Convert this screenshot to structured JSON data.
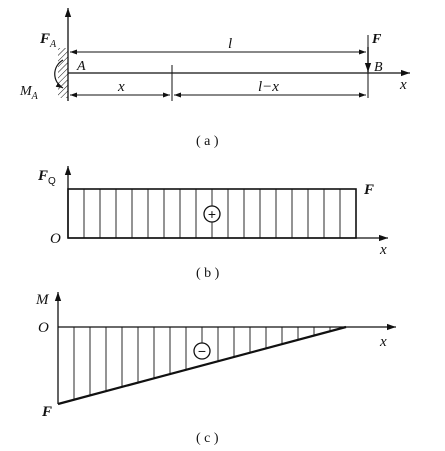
{
  "figure_a": {
    "force_A_label": "F",
    "force_A_sub": "A",
    "moment_A_label": "M",
    "moment_A_sub": "A",
    "point_A": "A",
    "point_B": "B",
    "force_F": "F",
    "length_total": "l",
    "length_x": "x",
    "length_rest": "l−x",
    "axis_x": "x",
    "caption": "( a )"
  },
  "figure_b": {
    "axis_y_label": "F",
    "axis_y_sub": "Q",
    "origin": "O",
    "axis_x": "x",
    "value_label": "F",
    "sign": "+",
    "caption": "( b )"
  },
  "figure_c": {
    "axis_y_label": "M",
    "origin": "O",
    "axis_x": "x",
    "value_label": "F",
    "sign": "−",
    "caption": "( c )"
  },
  "colors": {
    "ink": "#111111"
  }
}
